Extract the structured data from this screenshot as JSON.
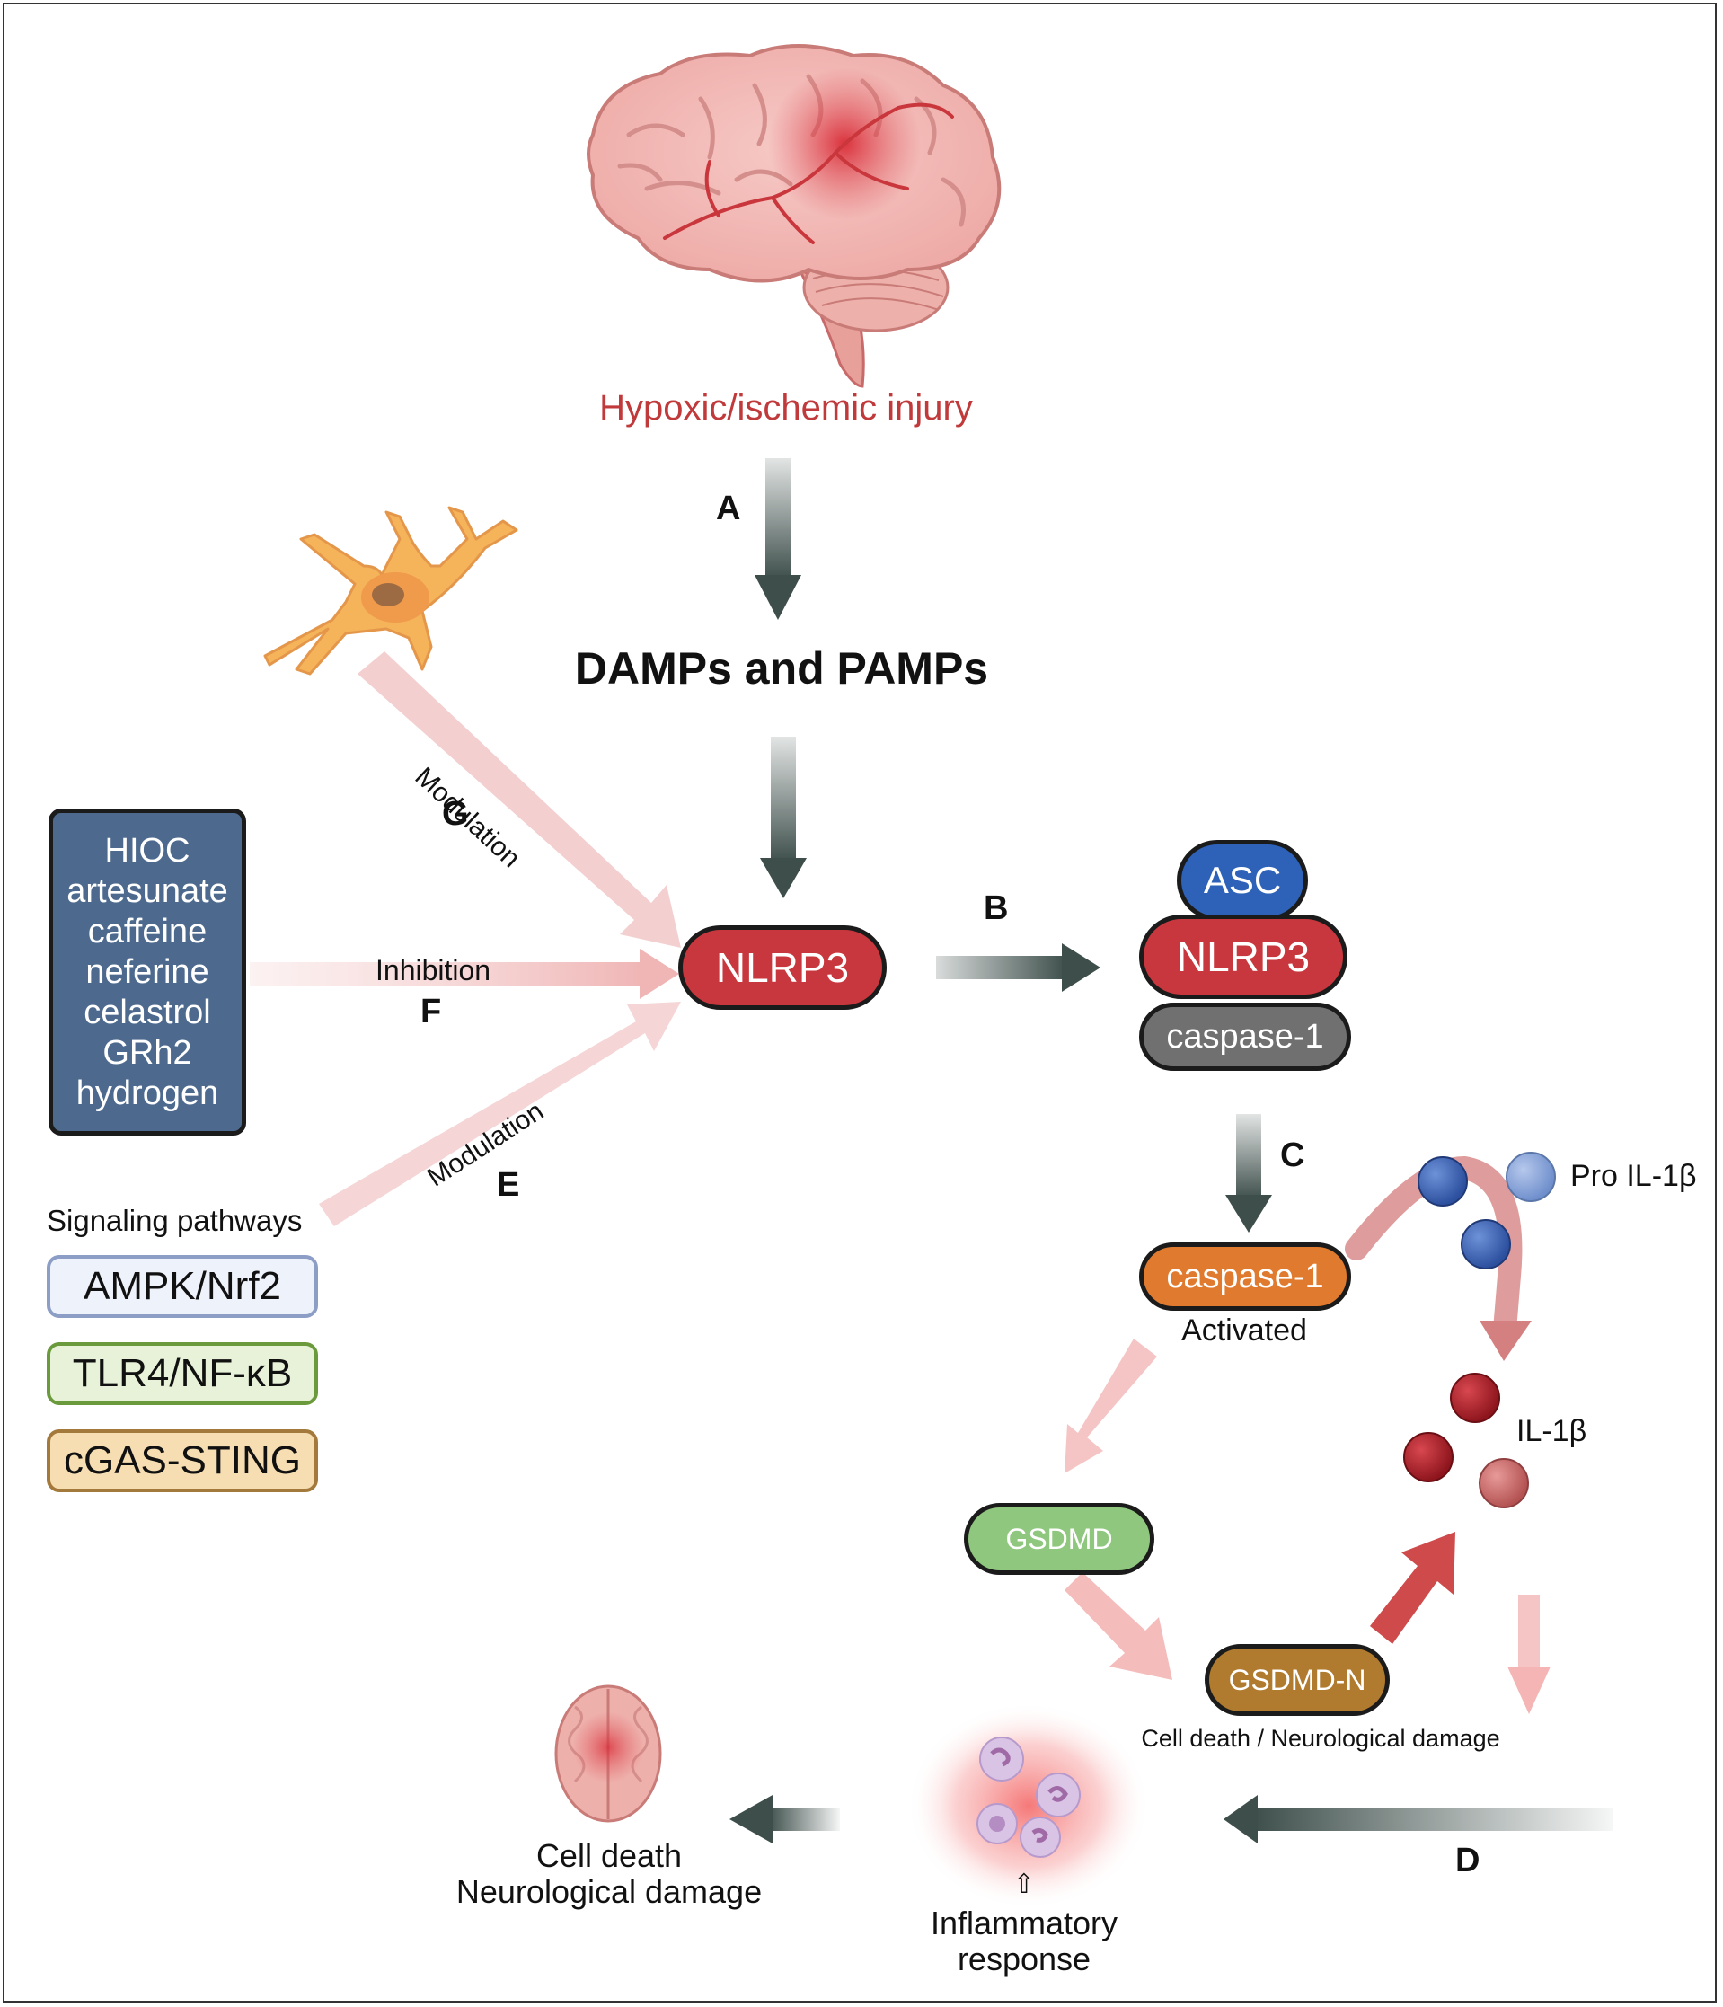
{
  "colors": {
    "dark_arrow": "#3e4f4b",
    "pink_arrow": "#f2b9b9",
    "red_arrow": "#cf4a4a",
    "nlrp3": "#c8373d",
    "asc": "#2d62b8",
    "caspase_inactive": "#707070",
    "caspase_active": "#e07a2e",
    "gsdmd": "#90c77e",
    "gsdmd_n": "#b07a2f",
    "drug_box": "#4d6a8e",
    "injury_text": "#c0393b"
  },
  "header": {
    "injury": "Hypoxic/ischemic injury",
    "damps": "DAMPs and PAMPs"
  },
  "steps": {
    "a": "A",
    "b": "B",
    "c": "C",
    "d": "D",
    "e": "E",
    "f": "F",
    "g": "G"
  },
  "edges": {
    "modulation_top": "Modulation",
    "inhibition": "Inhibition",
    "modulation_bottom": "Modulation"
  },
  "nodes": {
    "nlrp3": "NLRP3",
    "asc": "ASC",
    "complex_nlrp3": "NLRP3",
    "caspase_inactive": "caspase-1",
    "caspase_active": "caspase-1",
    "activated": "Activated",
    "gsdmd": "GSDMD",
    "gsdmd_n": "GSDMD-N",
    "pro_il1b": "Pro IL-1β",
    "il1b": "IL-1β",
    "pore_caption": "Cell death / Neurological damage"
  },
  "drugs": [
    "HIOC",
    "artesunate",
    "caffeine",
    "neferine",
    "celastrol",
    "GRh2",
    "hydrogen"
  ],
  "signaling": {
    "title": "Signaling pathways",
    "pathways": [
      "AMPK/Nrf2",
      "TLR4/NF-κB",
      "cGAS-STING"
    ]
  },
  "outcome": {
    "inflammation_arrow": "⇧",
    "inflammation_line1": "Inflammatory",
    "inflammation_line2": "response",
    "death_line1": "Cell death",
    "death_line2": "Neurological damage"
  }
}
